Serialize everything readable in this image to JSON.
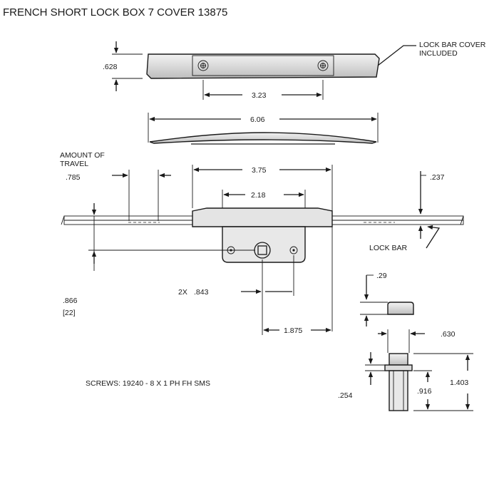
{
  "title": "FRENCH SHORT LOCK BOX 7 COVER 13875",
  "cover": {
    "height": ".628",
    "hole_spacing": "3.23",
    "length": "6.06",
    "callout": [
      "LOCK BAR COVER",
      "INCLUDED"
    ]
  },
  "travel": {
    "label": [
      "AMOUNT OF",
      "TRAVEL"
    ],
    "value": ".785"
  },
  "lock_box": {
    "plate_length": "3.75",
    "inner_length": "2.18",
    "bar_thickness": ".237",
    "lock_bar_label": "LOCK BAR",
    "depth": ".866",
    "depth_mm": "[22]",
    "hole_spacing_prefix": "2X",
    "hole_spacing": ".843",
    "center_offset": "1.875"
  },
  "side_view": {
    "cap_height": ".29",
    "width": ".630",
    "overall_height": "1.403",
    "body_height": ".916",
    "flange": ".254"
  },
  "screws": "SCREWS: 19240 - 8 X 1 PH FH SMS"
}
